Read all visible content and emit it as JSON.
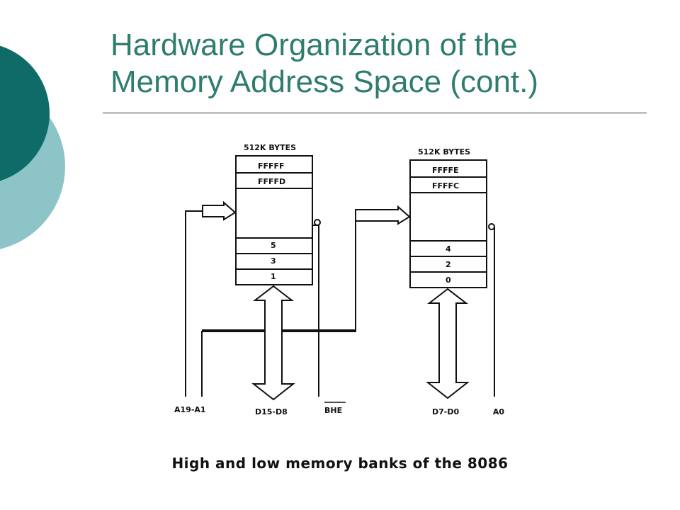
{
  "slide": {
    "title_line1": "Hardware Organization of the",
    "title_line2": "Memory Address Space (cont.)",
    "caption": "High and low memory banks of the 8086"
  },
  "colors": {
    "title": "#2e7d6e",
    "circle_dark": "#0f6b68",
    "circle_light": "#8cc4c8"
  },
  "diagram": {
    "high_bank": {
      "header": "512K BYTES",
      "top_cells": [
        "FFFFF",
        "FFFFD"
      ],
      "bottom_cells": [
        "5",
        "3",
        "1"
      ]
    },
    "low_bank": {
      "header": "512K BYTES",
      "top_cells": [
        "FFFFE",
        "FFFFC"
      ],
      "bottom_cells": [
        "4",
        "2",
        "0"
      ]
    },
    "signals": {
      "address": "A19-A1",
      "high_data": "D15-D8",
      "bhe": "BHE",
      "low_data": "D7-D0",
      "a0": "A0"
    }
  }
}
